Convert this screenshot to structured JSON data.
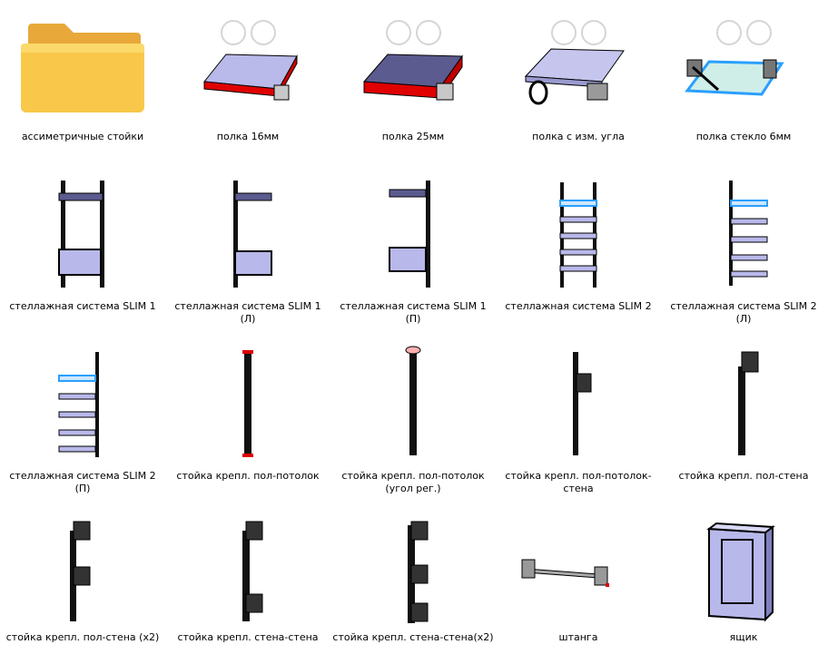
{
  "items": [
    {
      "name": "ассиметричные стойки",
      "kind": "folder"
    },
    {
      "name": "полка 16мм",
      "kind": "shelf-red"
    },
    {
      "name": "полка 25мм",
      "kind": "shelf-red-thick"
    },
    {
      "name": "полка с изм. угла",
      "kind": "shelf-angle"
    },
    {
      "name": "полка стекло 6мм",
      "kind": "shelf-glass"
    },
    {
      "name": "стеллажная система SLIM 1",
      "kind": "rack-slim1"
    },
    {
      "name": "стеллажная система SLIM 1 (Л)",
      "kind": "rack-slim1-l"
    },
    {
      "name": "стеллажная система SLIM 1 (П)",
      "kind": "rack-slim1-p"
    },
    {
      "name": "стеллажная система SLIM 2",
      "kind": "rack-slim2"
    },
    {
      "name": "стеллажная система SLIM 2 (Л)",
      "kind": "rack-slim2-l"
    },
    {
      "name": "стеллажная система SLIM 2 (П)",
      "kind": "rack-slim2-p"
    },
    {
      "name": "стойка крепл. пол-потолок",
      "kind": "post"
    },
    {
      "name": "стойка крепл. пол-потолок (угол рег.)",
      "kind": "post-angle"
    },
    {
      "name": "стойка крепл. пол-потолок-стена",
      "kind": "post-wall"
    },
    {
      "name": "стойка крепл. пол-стена",
      "kind": "post-floor-wall"
    },
    {
      "name": "стойка крепл. пол-стена (x2)",
      "kind": "post-x2"
    },
    {
      "name": "стойка крепл. стена-стена",
      "kind": "post-wall-wall"
    },
    {
      "name": "стойка крепл. стена-стена(x2)",
      "kind": "post-wall-wall-x2"
    },
    {
      "name": "штанга",
      "kind": "rod"
    },
    {
      "name": "ящик",
      "kind": "box"
    }
  ]
}
